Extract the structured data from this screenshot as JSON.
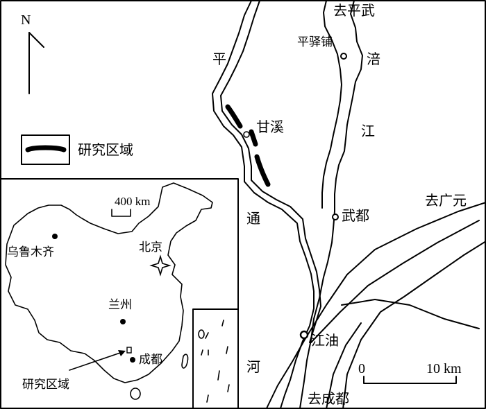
{
  "north": {
    "label": "N"
  },
  "legend": {
    "study_area_label": "研究区域"
  },
  "places": {
    "to_pingwu": "去平武",
    "pingyipu": "平驿铺",
    "ganxi": "甘溪",
    "wudu": "武都",
    "jiangyou": "江油",
    "to_guangyuan": "去广元",
    "to_chengdu": "去成都"
  },
  "rivers": {
    "fujiang_1": "涪",
    "fujiang_2": "江",
    "pingtonghe_1": "平",
    "pingtonghe_2": "通",
    "pingtonghe_3": "河"
  },
  "scale_main": {
    "zero": "0",
    "end": "10 km"
  },
  "inset": {
    "scale": "400 km",
    "urumqi": "乌鲁木齐",
    "beijing": "北京",
    "lanzhou": "兰州",
    "chengdu": "成都",
    "study_area_label": "研究区域"
  }
}
